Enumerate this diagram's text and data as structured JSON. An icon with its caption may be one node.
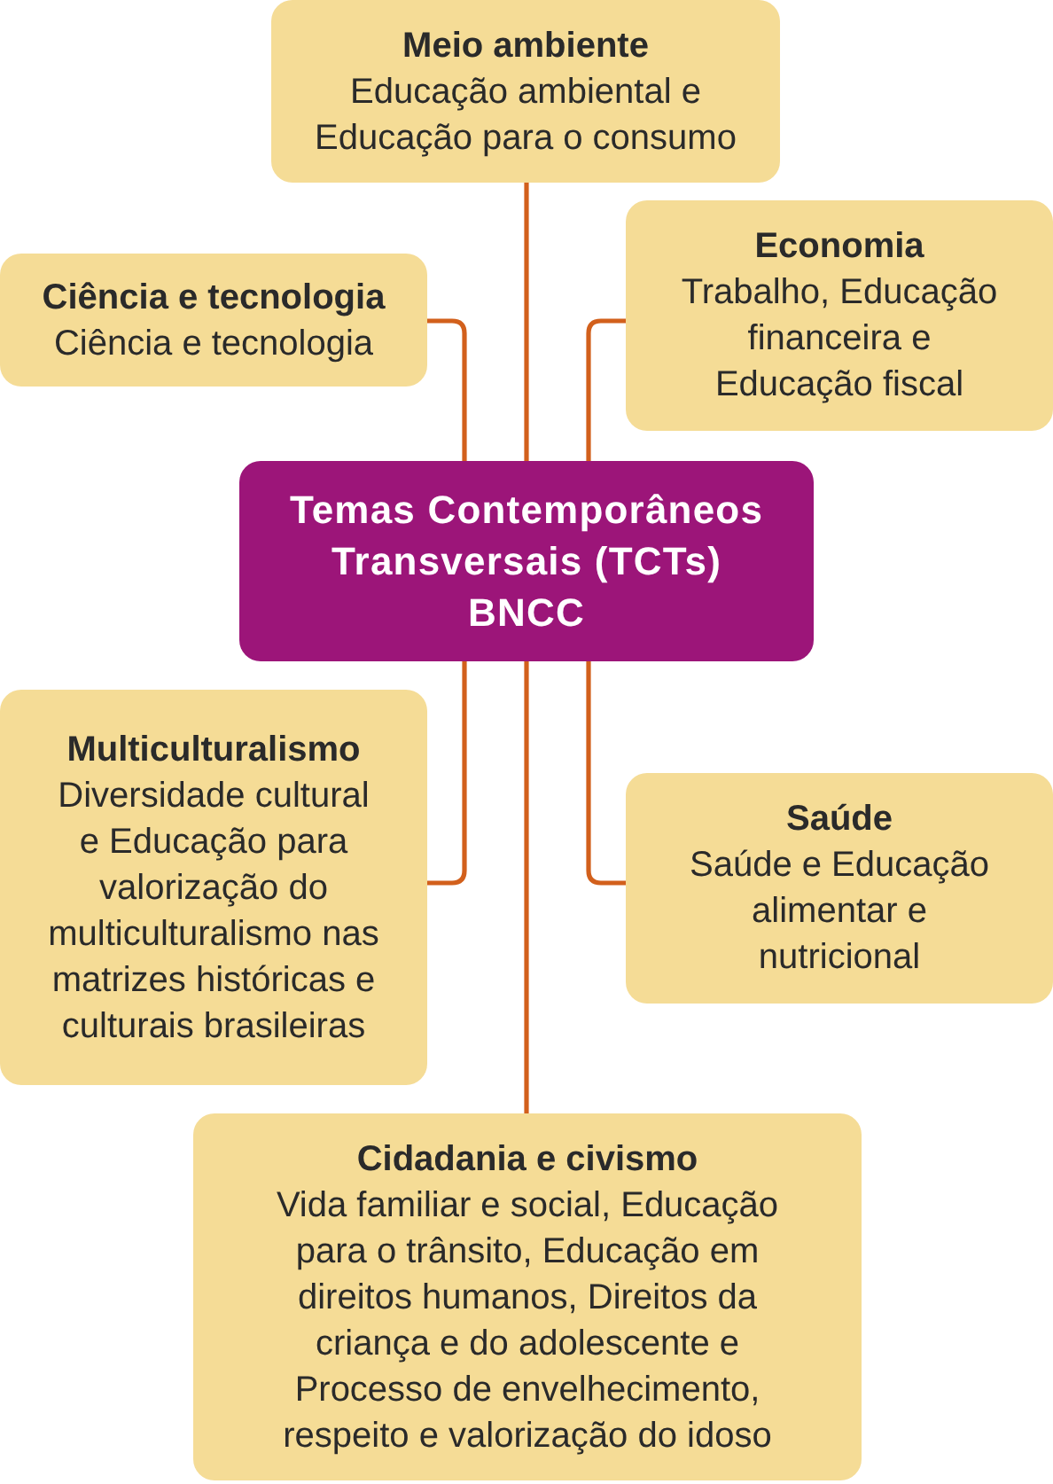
{
  "diagram": {
    "nodes": [
      {
        "text": [
          "Meio ambiente",
          "Educação ambiental e Educação para o consumo"
        ]
      },
      {
        "text": [
          "Ciência e tecnologia",
          "Ciência e tecnologia"
        ]
      },
      {
        "text": [
          "Economia",
          "Trabalho, Educação financeira e Educação fiscal"
        ]
      },
      {
        "text": [
          "Temas Contemporâneos Transversais (TCTs)",
          "BNCC"
        ]
      },
      {
        "text": [
          "Multiculturalismo",
          "Diversidade cultural e Educação para valorização do multiculturalismo nas matrizes históricas e culturais brasileiras"
        ]
      },
      {
        "text": [
          "Saúde",
          "Saúde e Educação alimentar e nutricional"
        ]
      },
      {
        "text": [
          "Cidadania e civismo",
          "Vida familiar e social, Educação para o trânsito, Educação em direitos humanos, Direitos da criança e do adolescente e Processo de envelhecimento, respeito e valorização do idoso"
        ]
      }
    ],
    "edges": [
      {
        "from": 3,
        "to": 0,
        "arrow": "none"
      },
      {
        "from": 3,
        "to": 1,
        "arrow": "none"
      },
      {
        "from": 3,
        "to": 2,
        "arrow": "none"
      },
      {
        "from": 3,
        "to": 4,
        "arrow": "none"
      },
      {
        "from": 3,
        "to": 5,
        "arrow": "none"
      },
      {
        "from": 3,
        "to": 6,
        "arrow": "none"
      }
    ]
  }
}
